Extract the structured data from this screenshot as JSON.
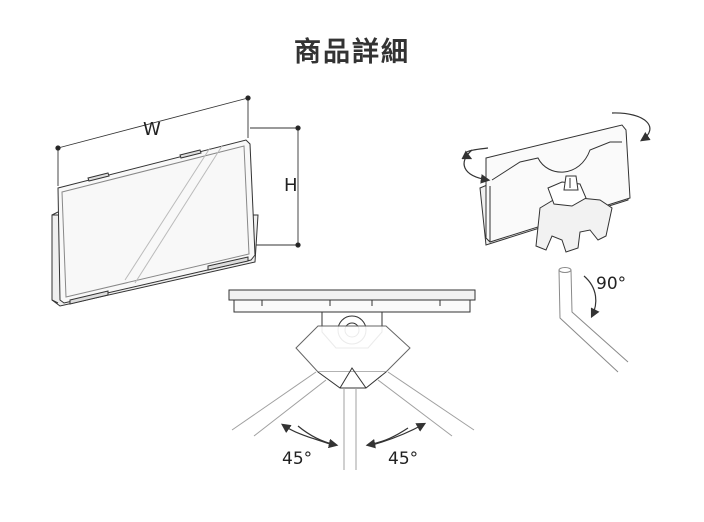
{
  "title": "商品詳細",
  "labels": {
    "width": "W",
    "height": "H",
    "rotate_down": "90°",
    "tilt_left": "45°",
    "tilt_right": "45°"
  },
  "colors": {
    "line": "#333333",
    "thin_line": "#9a9a9a",
    "panel_fill": "#f4f4f4",
    "text": "#222222"
  },
  "icons": [
    "rotate-arrow-icon",
    "dimension-dot-icon"
  ]
}
